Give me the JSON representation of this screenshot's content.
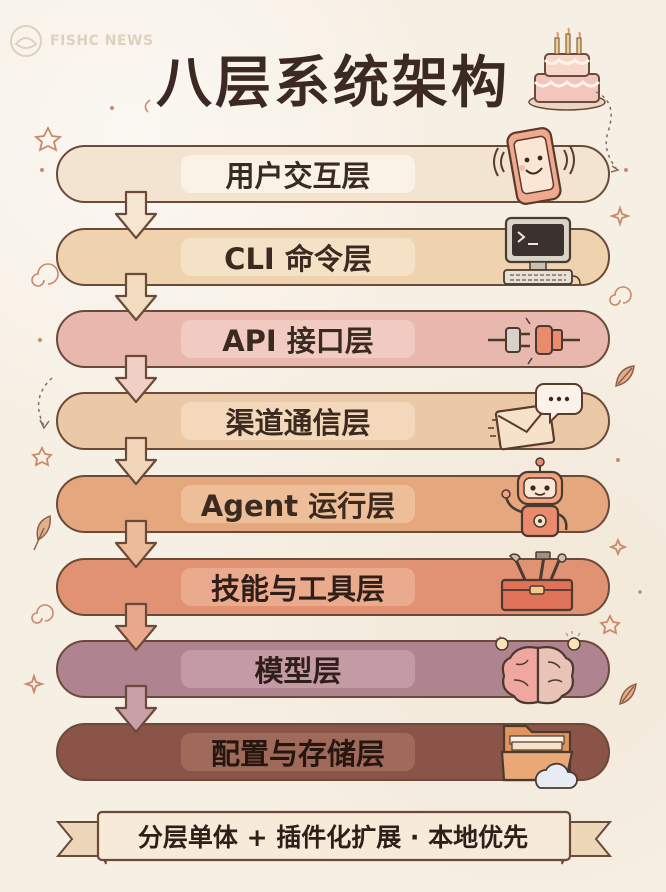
{
  "header": {
    "watermark": "FISHC NEWS",
    "title": "八层系统架构"
  },
  "layers": [
    {
      "label": "用户交互层",
      "icon": "smartphone-icon",
      "bar_color": "#f3e4d1",
      "label_bg": "#fbf2e6",
      "text_color": "#3a2a20"
    },
    {
      "label": "CLI 命令层",
      "icon": "computer-terminal-icon",
      "bar_color": "#eed3ae",
      "label_bg": "#f5e2c6",
      "text_color": "#3a2a20"
    },
    {
      "label": "API 接口层",
      "icon": "plug-connector-icon",
      "bar_color": "#e8b7ad",
      "label_bg": "#f1cbc2",
      "text_color": "#3a2a20"
    },
    {
      "label": "渠道通信层",
      "icon": "envelope-chat-icon",
      "bar_color": "#ecc9a6",
      "label_bg": "#f4d8bb",
      "text_color": "#3a2a20"
    },
    {
      "label": "Agent 运行层",
      "icon": "robot-icon",
      "bar_color": "#e4a77e",
      "label_bg": "#eebe99",
      "text_color": "#3a2a20"
    },
    {
      "label": "技能与工具层",
      "icon": "toolbox-icon",
      "bar_color": "#e19273",
      "label_bg": "#ea aa8e",
      "text_color": "#2f1f18"
    },
    {
      "label": "模型层",
      "icon": "brain-icon",
      "bar_color": "#b08390",
      "label_bg": "#c49ba5",
      "text_color": "#2f1f18"
    },
    {
      "label": "配置与存储层",
      "icon": "folder-cloud-icon",
      "bar_color": "#8a5548",
      "label_bg": "#a06a5a",
      "text_color": "#26160f"
    }
  ],
  "footer": {
    "text": "分层单体 + 插件化扩展 · 本地优先"
  },
  "colors": {
    "outline": "#6b4a3a",
    "arrow_fill": "#f6e6d0",
    "ribbon_fill": "#f7ead8"
  }
}
